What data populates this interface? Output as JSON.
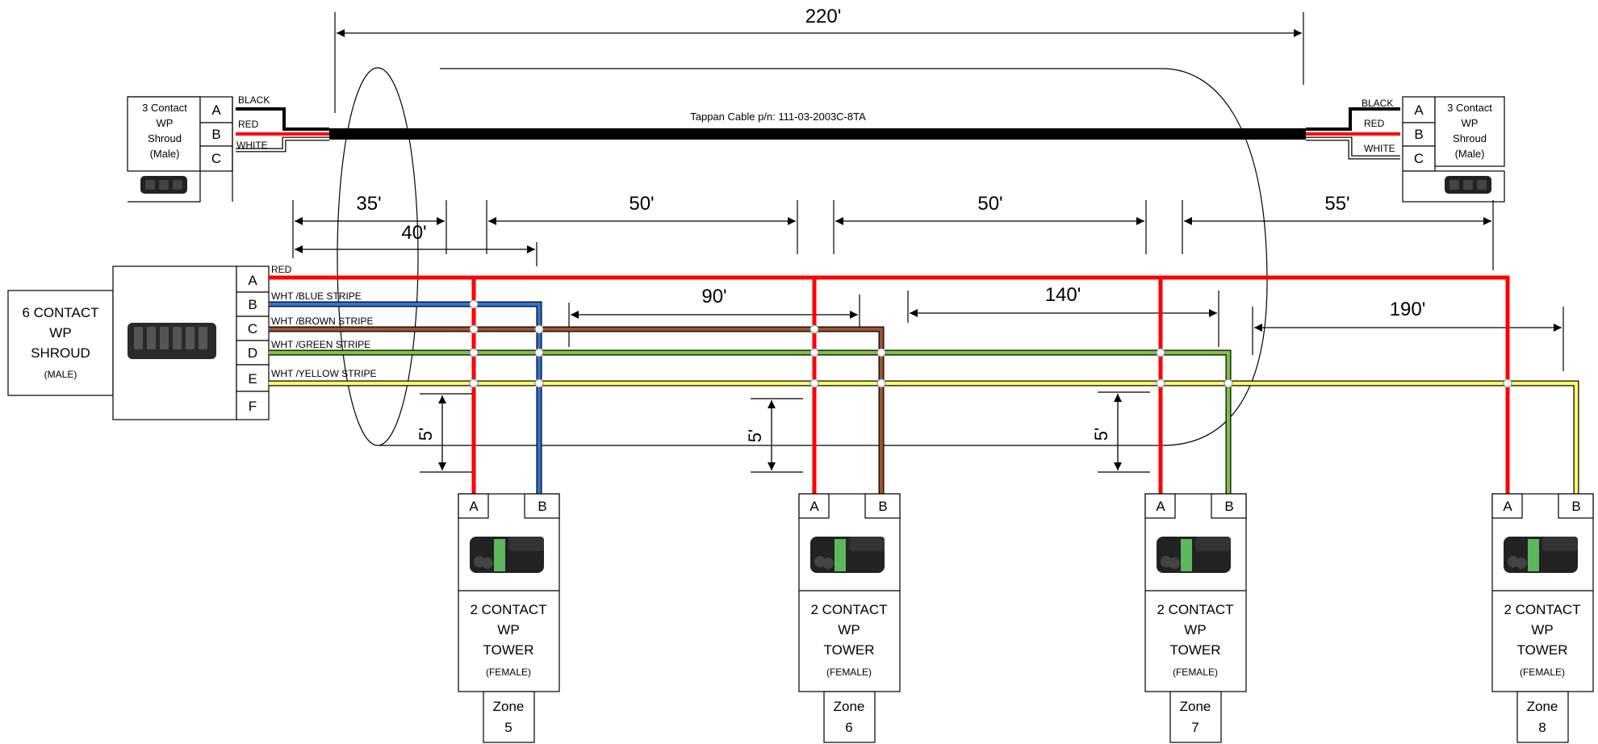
{
  "top_cable": {
    "length_label": "220'",
    "cable_label": "Tappan Cable p/n: 111-03-2003C-8TA",
    "left_connector": {
      "title_lines": [
        "3 Contact",
        "WP",
        "Shroud",
        "(Male)"
      ],
      "pins": [
        "A",
        "B",
        "C"
      ],
      "wires": [
        "BLACK",
        "RED",
        "WHITE"
      ]
    },
    "right_connector": {
      "title_lines": [
        "3 Contact",
        "WP",
        "Shroud",
        "(Male)"
      ],
      "pins": [
        "A",
        "B",
        "C"
      ],
      "wires": [
        "BLACK",
        "RED",
        "WHITE"
      ]
    },
    "colors": {
      "black": "#000000",
      "red": "#ff0000",
      "white": "#ffffff"
    }
  },
  "main_connector": {
    "title_lines": [
      "6 CONTACT",
      "WP",
      "SHROUD"
    ],
    "subtitle": "(MALE)",
    "pins": [
      "A",
      "B",
      "C",
      "D",
      "E",
      "F"
    ],
    "wire_labels": [
      "RED",
      "WHT /BLUE STRIPE",
      "WHT /BROWN STRIPE",
      "WHT /GREEN STRIPE",
      "WHT /YELLOW STRIPE"
    ]
  },
  "wire_colors": {
    "red": "#ff0000",
    "blue": "#2e75d6",
    "brown": "#a0522d",
    "green": "#7fc241",
    "yellow": "#ffff66"
  },
  "segment_dimensions": [
    "35'",
    "40'",
    "50'",
    "50'",
    "55'"
  ],
  "cumulative_dimensions": [
    "90'",
    "140'",
    "190'"
  ],
  "drop_dimensions": [
    "5'",
    "5'",
    "5'"
  ],
  "zones": [
    {
      "pins": [
        "A",
        "B"
      ],
      "title_lines": [
        "2 CONTACT",
        "WP",
        "TOWER"
      ],
      "subtitle": "(FEMALE)",
      "zone_lines": [
        "Zone",
        "5"
      ]
    },
    {
      "pins": [
        "A",
        "B"
      ],
      "title_lines": [
        "2 CONTACT",
        "WP",
        "TOWER"
      ],
      "subtitle": "(FEMALE)",
      "zone_lines": [
        "Zone",
        "6"
      ]
    },
    {
      "pins": [
        "A",
        "B"
      ],
      "title_lines": [
        "2 CONTACT",
        "WP",
        "TOWER"
      ],
      "subtitle": "(FEMALE)",
      "zone_lines": [
        "Zone",
        "7"
      ]
    },
    {
      "pins": [
        "A",
        "B"
      ],
      "title_lines": [
        "2 CONTACT",
        "WP",
        "TOWER"
      ],
      "subtitle": "(FEMALE)",
      "zone_lines": [
        "Zone",
        "8"
      ]
    }
  ]
}
